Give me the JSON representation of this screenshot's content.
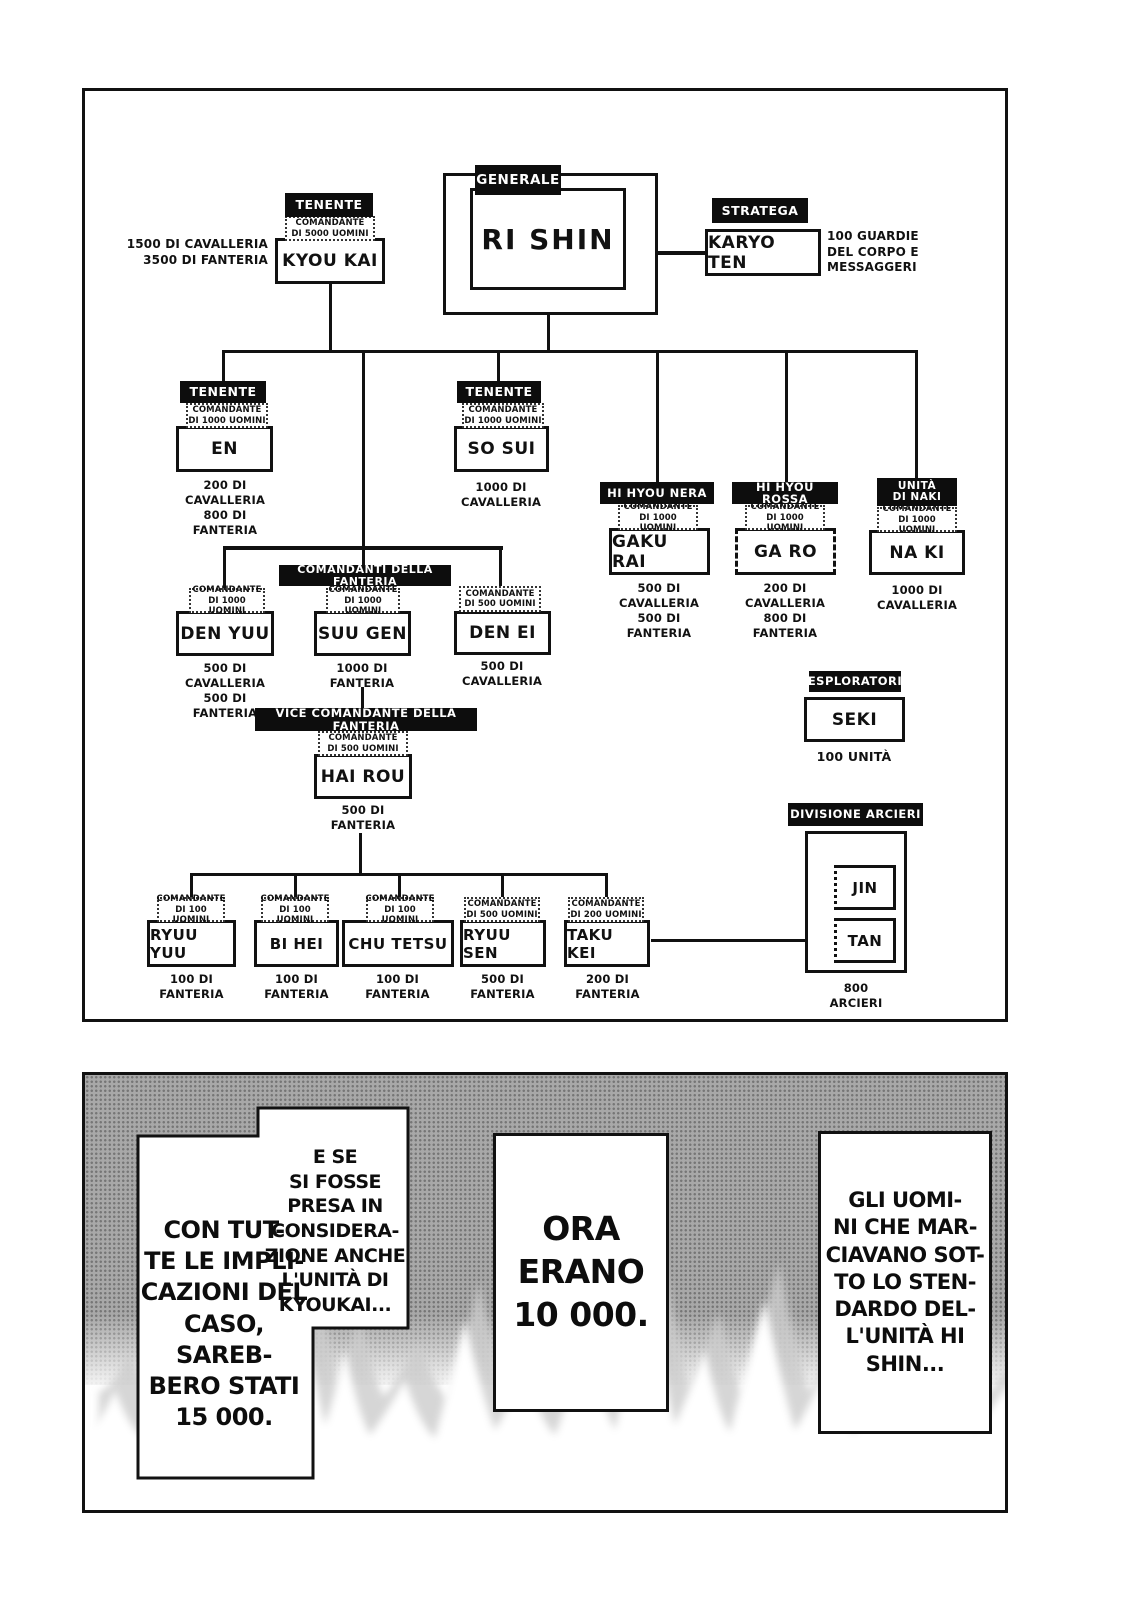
{
  "colors": {
    "ink": "#111111",
    "paper": "#ffffff",
    "tone_gray": "#a8a8a8"
  },
  "chart": {
    "ri_shin": {
      "title": "GENERALE",
      "name": "RI SHIN"
    },
    "kyou_kai": {
      "title": "TENENTE",
      "rank": "COMANDANTE\nDI 5000 UOMINI",
      "name": "KYOU KAI",
      "troops": "1500 DI CAVALLERIA\n3500 DI FANTERIA"
    },
    "karyo_ten": {
      "title": "STRATEGA",
      "name": "KARYO TEN",
      "troops": "100 GUARDIE\nDEL CORPO E\nMESSAGGERI"
    },
    "en": {
      "title": "TENENTE",
      "rank": "COMANDANTE\nDI 1000 UOMINI",
      "name": "EN",
      "troops": "200 DI\nCAVALLERIA\n800 DI\nFANTERIA"
    },
    "so_sui": {
      "title": "TENENTE",
      "rank": "COMANDANTE\nDI 1000 UOMINI",
      "name": "SO SUI",
      "troops": "1000 DI\nCAVALLERIA"
    },
    "gaku_rai": {
      "title": "HI HYOU NERA",
      "rank": "COMANDANTE\nDI 1000 UOMINI",
      "name": "GAKU RAI",
      "troops": "500 DI\nCAVALLERIA\n500 DI\nFANTERIA"
    },
    "ga_ro": {
      "title": "HI HYOU ROSSA",
      "rank": "COMANDANTE\nDI 1000 UOMINI",
      "name": "GA RO",
      "troops": "200 DI\nCAVALLERIA\n800 DI\nFANTERIA"
    },
    "na_ki": {
      "title": "UNITÀ\nDI NAKI",
      "rank": "COMANDANTE\nDI 1000 UOMINI",
      "name": "NA KI",
      "troops": "1000 DI\nCAVALLERIA"
    },
    "fanteria_header": "COMANDANTI DELLA FANTERIA",
    "den_yuu": {
      "rank": "COMANDANTE\nDI 1000 UOMINI",
      "name": "DEN YUU",
      "troops": "500 DI\nCAVALLERIA\n500 DI\nFANTERIA"
    },
    "suu_gen": {
      "rank": "COMANDANTE\nDI 1000 UOMINI",
      "name": "SUU GEN",
      "troops": "1000 DI\nFANTERIA"
    },
    "den_ei": {
      "rank": "COMANDANTE\nDI 500 UOMINI",
      "name": "DEN EI",
      "troops": "500 DI\nCAVALLERIA"
    },
    "vice_header": "VICE COMANDANTE DELLA FANTERIA",
    "hai_rou": {
      "rank": "COMANDANTE\nDI 500 UOMINI",
      "name": "HAI ROU",
      "troops": "500 DI\nFANTERIA"
    },
    "ryuu_yuu": {
      "rank": "COMANDANTE\nDI 100 UOMINI",
      "name": "RYUU YUU",
      "troops": "100 DI\nFANTERIA"
    },
    "bi_hei": {
      "rank": "COMANDANTE\nDI 100 UOMINI",
      "name": "BI HEI",
      "troops": "100 DI\nFANTERIA"
    },
    "chu_tetsu": {
      "rank": "COMANDANTE\nDI 100 UOMINI",
      "name": "CHU TETSU",
      "troops": "100 DI\nFANTERIA"
    },
    "ryuu_sen": {
      "rank": "COMANDANTE\nDI 500 UOMINI",
      "name": "RYUU SEN",
      "troops": "500 DI\nFANTERIA"
    },
    "taku_kei": {
      "rank": "COMANDANTE\nDI 200 UOMINI",
      "name": "TAKU KEI",
      "troops": "200 DI\nFANTERIA"
    },
    "seki": {
      "title": "ESPLORATORI",
      "name": "SEKI",
      "troops": "100 UNITÀ"
    },
    "arcieri": {
      "title": "DIVISIONE ARCIERI",
      "name_1": "JIN",
      "name_2": "TAN",
      "troops": "800\nARCIERI"
    }
  },
  "panel": {
    "bubble_implications": "CON TUT-\nTE LE IMPLI-\nCAZIONI DEL\nCASO, SAREB-\nBERO STATI\n15 000.",
    "bubble_kyoukai": "E SE\nSI FOSSE\nPRESA IN\nCONSIDERA-\nZIONE ANCHE\nL'UNITÀ DI\nKYOUKAI...",
    "bubble_now": "ORA\nERANO\n10 000.",
    "bubble_men": "GLI UOMI-\nNI CHE MAR-\nCIAVANO SOT-\nTO LO STEN-\nDARDO DEL-\nL'UNITÀ HI\nSHIN..."
  }
}
